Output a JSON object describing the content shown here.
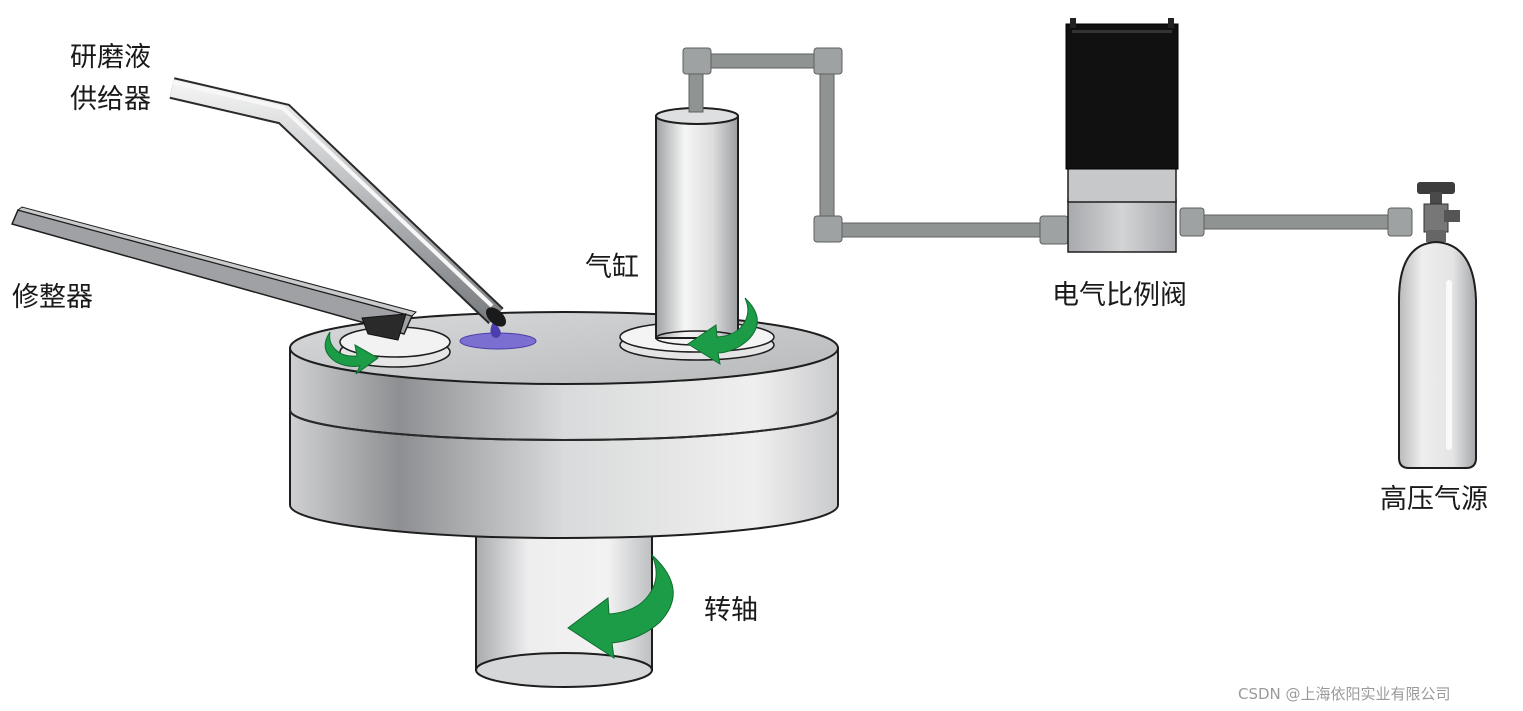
{
  "labels": {
    "slurry_feeder_line1": "研磨液",
    "slurry_feeder_line2": "供给器",
    "conditioner": "修整器",
    "cylinder": "气缸",
    "proportional_valve": "电气比例阀",
    "high_pressure_source": "高压气源",
    "spindle": "转轴"
  },
  "watermark": "CSDN @上海依阳实业有限公司",
  "colors": {
    "arrow": "#1c9c46",
    "slurry": "#6a5ccc",
    "pipe": "#8f9392",
    "valve_top": "#111111"
  }
}
